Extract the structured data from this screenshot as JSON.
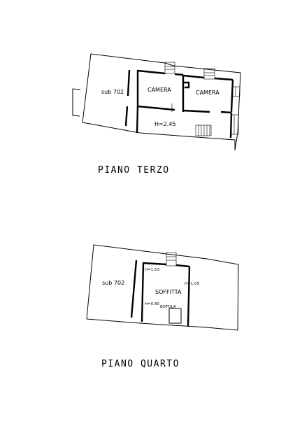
{
  "floors": [
    {
      "title": "PIANO   TERZO",
      "rooms": {
        "sub": "sub 702",
        "camera_left": "CAMERA",
        "camera_right": "CAMERA",
        "height": "H=2.45"
      }
    },
    {
      "title": "PIANO   QUARTO",
      "rooms": {
        "sub": "sub 702",
        "soffitta": "SOFFITTA",
        "botola": "BOTOLA",
        "h1": "H=1.53",
        "h2": "H=1.05",
        "h3": "H=0.80"
      }
    }
  ]
}
